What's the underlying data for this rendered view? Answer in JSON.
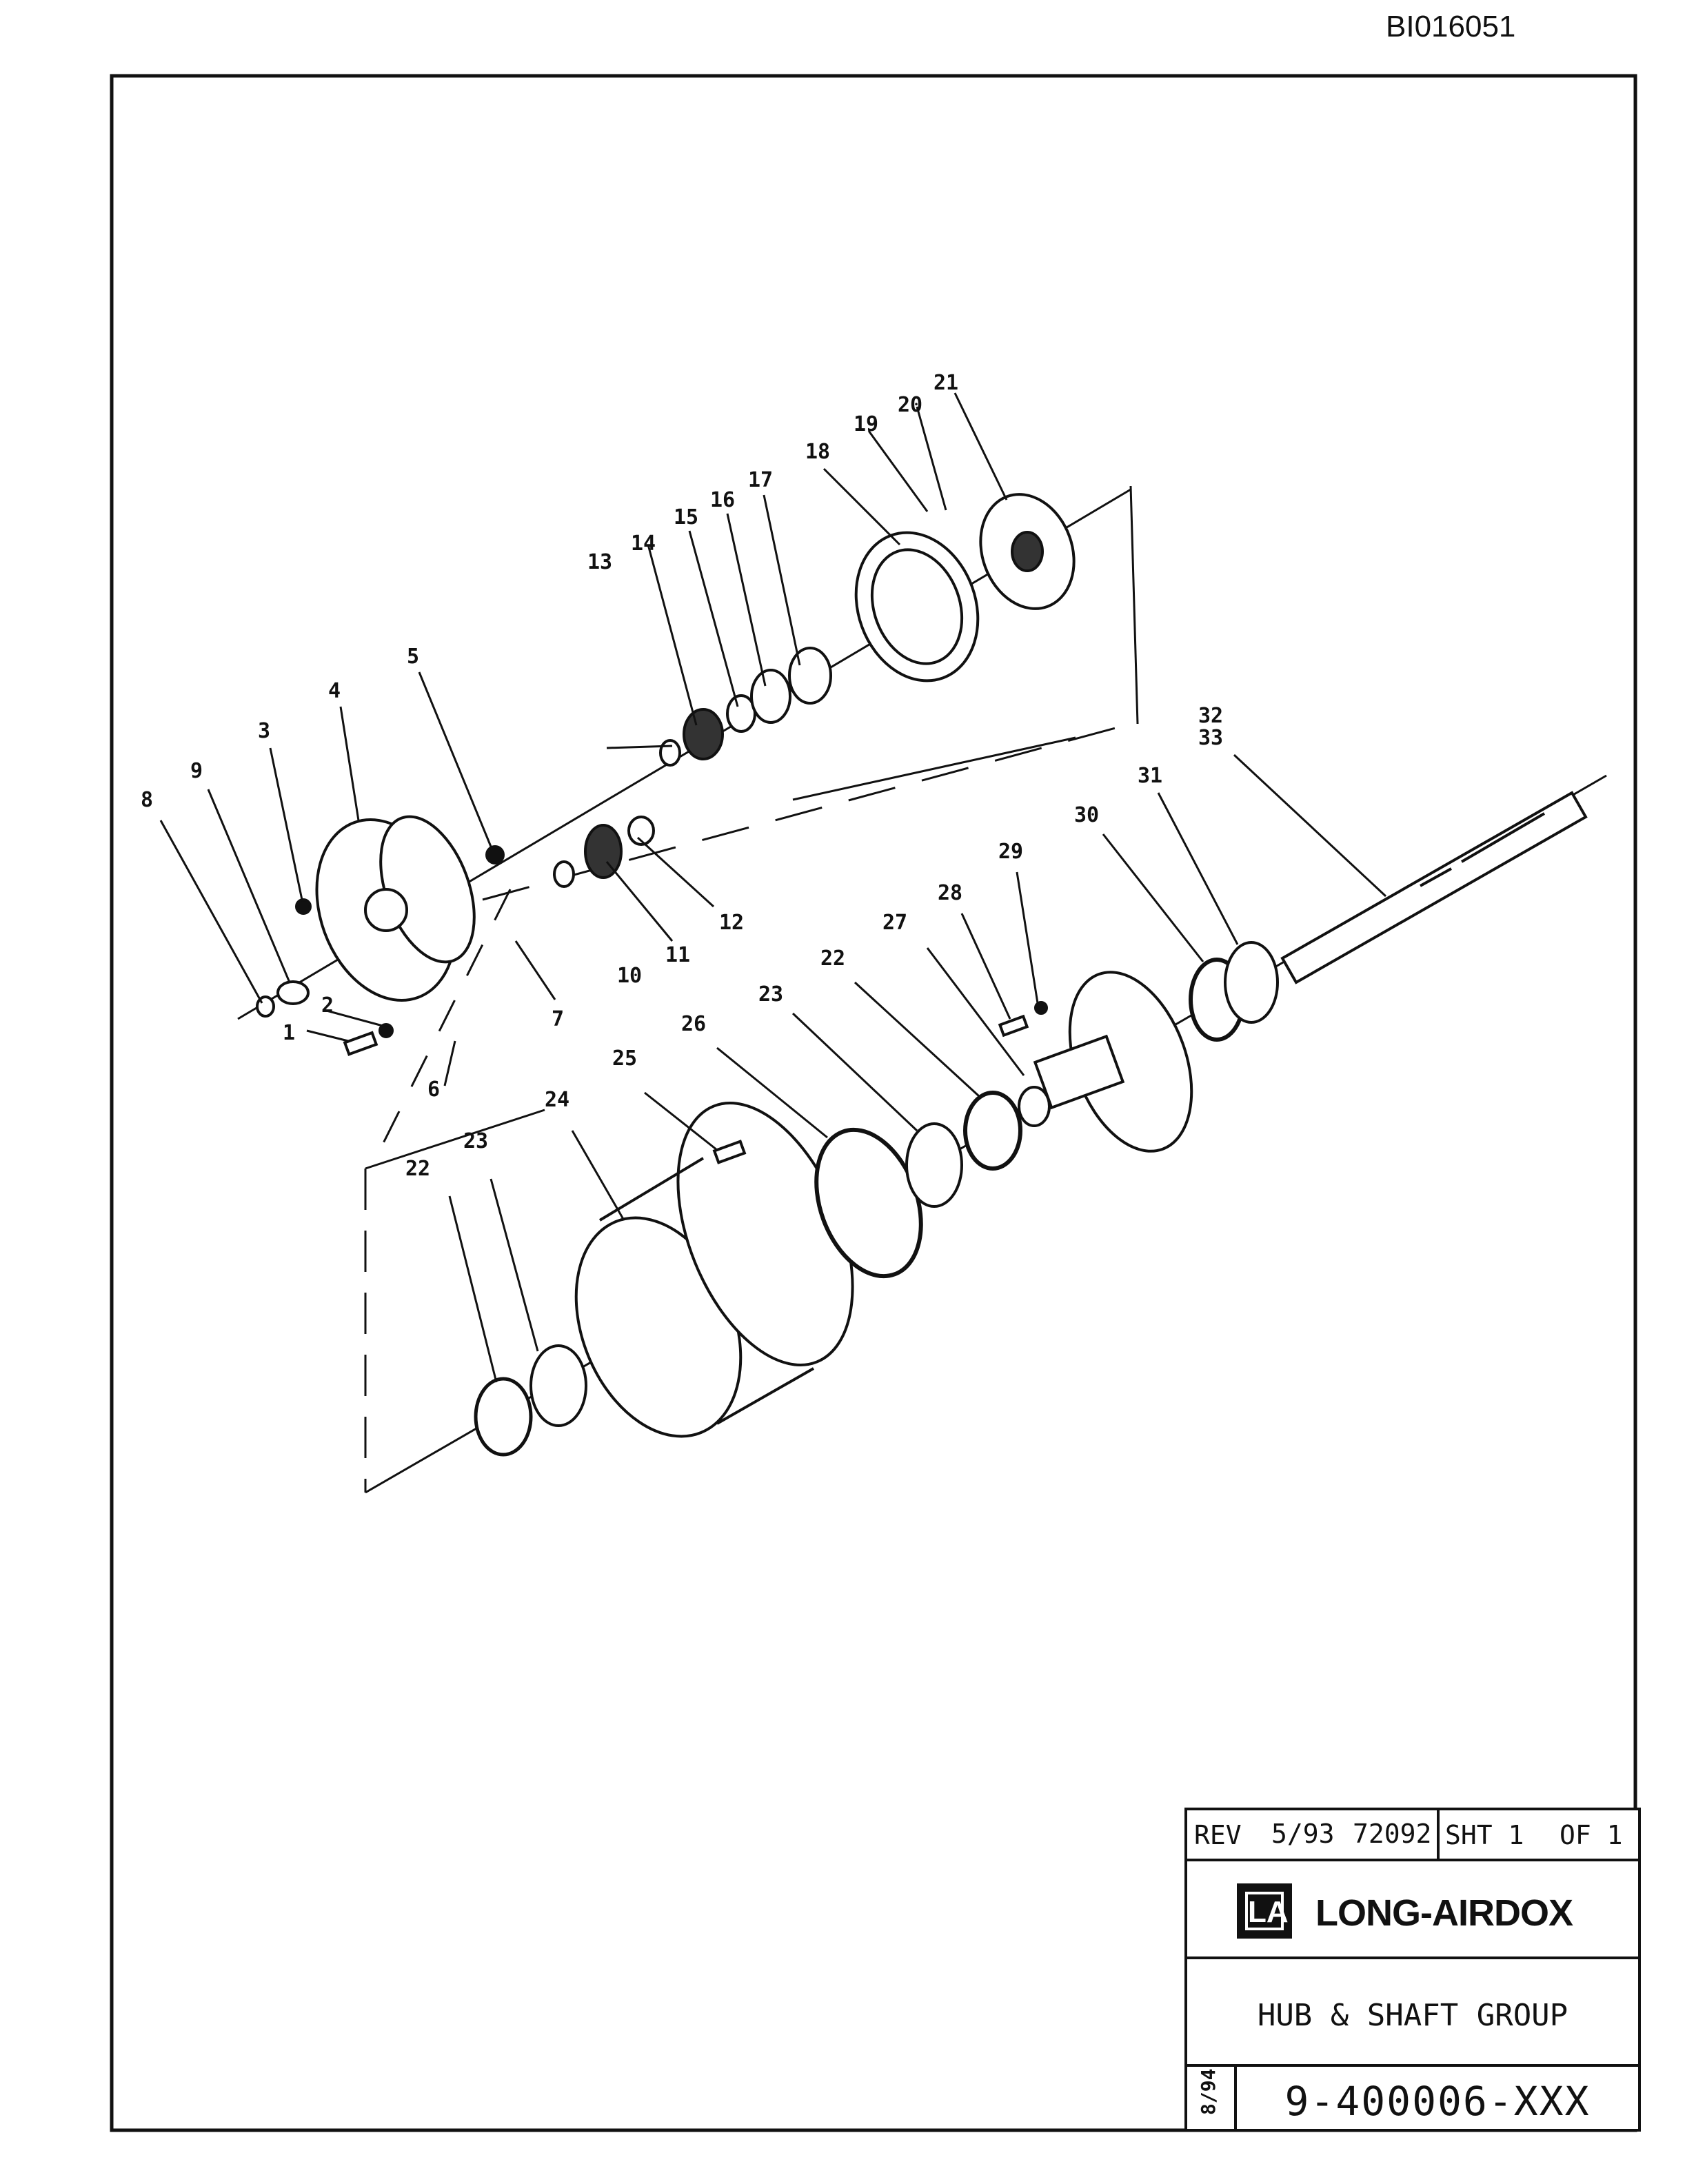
{
  "header": {
    "doc_id": "BI016051"
  },
  "diagram": {
    "callouts": [
      "1",
      "2",
      "3",
      "4",
      "5",
      "6",
      "7",
      "8",
      "9",
      "10",
      "11",
      "12",
      "13",
      "14",
      "15",
      "16",
      "17",
      "18",
      "19",
      "20",
      "21",
      "22",
      "23",
      "24",
      "25",
      "26",
      "27",
      "28",
      "29",
      "30",
      "31",
      "32",
      "33",
      "22",
      "23"
    ]
  },
  "title_block": {
    "rev_label": "REV",
    "rev_date": "5/93",
    "eco_number": "72092",
    "sheet_label": "SHT 1",
    "of_label": "OF 1",
    "company": "LONG-AIRDOX",
    "logo_letters": "LA",
    "title": "HUB & SHAFT GROUP",
    "issue_date": "8/94",
    "drawing_number": "9-400006-XXX"
  }
}
